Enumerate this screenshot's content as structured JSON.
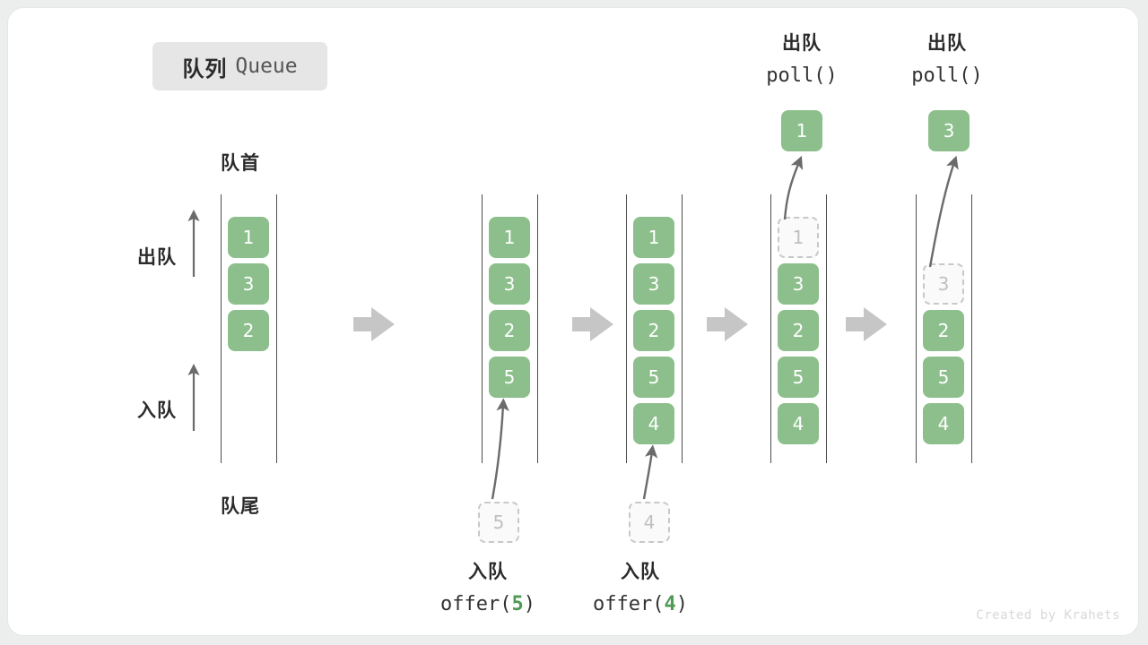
{
  "title": {
    "cn": "队列",
    "en": "Queue"
  },
  "labels": {
    "head": "队首",
    "tail": "队尾",
    "dequeue": "出队",
    "enqueue": "入队"
  },
  "colors": {
    "element": "#8cbf8c",
    "ghost_border": "#c8c8c8",
    "rail": "#4d4d4d",
    "arrow": "#6b6b6b",
    "step_arrow": "#c6c6c6",
    "accent_text": "#4f9a54",
    "badge_bg": "#e6e6e6",
    "card_bg": "#ffffff",
    "page_bg": "#eceded"
  },
  "operations": {
    "offer5": {
      "cn": "入队",
      "fn_prefix": "offer(",
      "arg": "5",
      "fn_suffix": ")"
    },
    "offer4": {
      "cn": "入队",
      "fn_prefix": "offer(",
      "arg": "4",
      "fn_suffix": ")"
    },
    "poll1": {
      "cn": "出队",
      "code": "poll()"
    },
    "poll2": {
      "cn": "出队",
      "code": "poll()"
    }
  },
  "columns": [
    {
      "id": "col1",
      "name": "initial-queue",
      "cells": [
        {
          "value": "1",
          "ghost": false
        },
        {
          "value": "3",
          "ghost": false
        },
        {
          "value": "2",
          "ghost": false
        }
      ],
      "incoming": null,
      "outgoing": null
    },
    {
      "id": "col2",
      "name": "after-offer-5",
      "cells": [
        {
          "value": "1",
          "ghost": false
        },
        {
          "value": "3",
          "ghost": false
        },
        {
          "value": "2",
          "ghost": false
        },
        {
          "value": "5",
          "ghost": false
        }
      ],
      "incoming": {
        "value": "5",
        "ghost": true
      },
      "outgoing": null
    },
    {
      "id": "col3",
      "name": "after-offer-4",
      "cells": [
        {
          "value": "1",
          "ghost": false
        },
        {
          "value": "3",
          "ghost": false
        },
        {
          "value": "2",
          "ghost": false
        },
        {
          "value": "5",
          "ghost": false
        },
        {
          "value": "4",
          "ghost": false
        }
      ],
      "incoming": {
        "value": "4",
        "ghost": true
      },
      "outgoing": null
    },
    {
      "id": "col4",
      "name": "after-poll-1",
      "cells": [
        {
          "value": "1",
          "ghost": true
        },
        {
          "value": "3",
          "ghost": false
        },
        {
          "value": "2",
          "ghost": false
        },
        {
          "value": "5",
          "ghost": false
        },
        {
          "value": "4",
          "ghost": false
        }
      ],
      "incoming": null,
      "outgoing": {
        "value": "1",
        "ghost": false
      }
    },
    {
      "id": "col5",
      "name": "after-poll-3",
      "cells": [
        {
          "value": "3",
          "ghost": true
        },
        {
          "value": "2",
          "ghost": false
        },
        {
          "value": "5",
          "ghost": false
        },
        {
          "value": "4",
          "ghost": false
        }
      ],
      "incoming": null,
      "outgoing": {
        "value": "3",
        "ghost": false
      }
    }
  ],
  "credit": "Created by Krahets"
}
